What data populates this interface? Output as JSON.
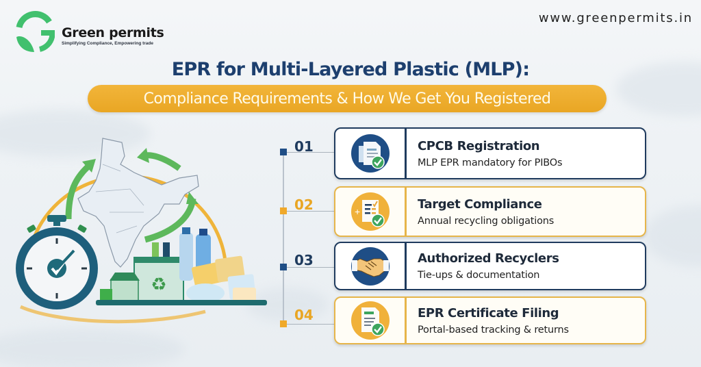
{
  "header": {
    "brand_name": "Green permits",
    "brand_tagline": "Simplifying Compliance, Empowering trade",
    "website": "www.greenpermits.in",
    "logo_icon": "green-g-leaf-logo"
  },
  "hero": {
    "title": "EPR for Multi-Layered Plastic (MLP):",
    "subtitle": "Compliance Requirements & How We Get You Registered"
  },
  "colors": {
    "navy": "#1f3b5e",
    "gold": "#e9a624",
    "green": "#3fb56a",
    "title_blue": "#1d3f6e"
  },
  "illustration": {
    "elements": [
      "india-map",
      "recycle-arrows",
      "stopwatch-check",
      "recycling-factory",
      "plastic-bottles",
      "multilayer-packets"
    ]
  },
  "steps": [
    {
      "number": "01",
      "title": "CPCB Registration",
      "description": "MLP EPR mandatory for PIBOs",
      "icon": "document-check-icon",
      "theme": "navy"
    },
    {
      "number": "02",
      "title": "Target Compliance",
      "description": "Annual recycling obligations",
      "icon": "checklist-check-icon",
      "theme": "gold"
    },
    {
      "number": "03",
      "title": "Authorized Recyclers",
      "description": "Tie-ups & documentation",
      "icon": "handshake-icon",
      "theme": "navy"
    },
    {
      "number": "04",
      "title": "EPR Certificate Filing",
      "description": "Portal-based tracking & returns",
      "icon": "certificate-check-icon",
      "theme": "gold"
    }
  ]
}
